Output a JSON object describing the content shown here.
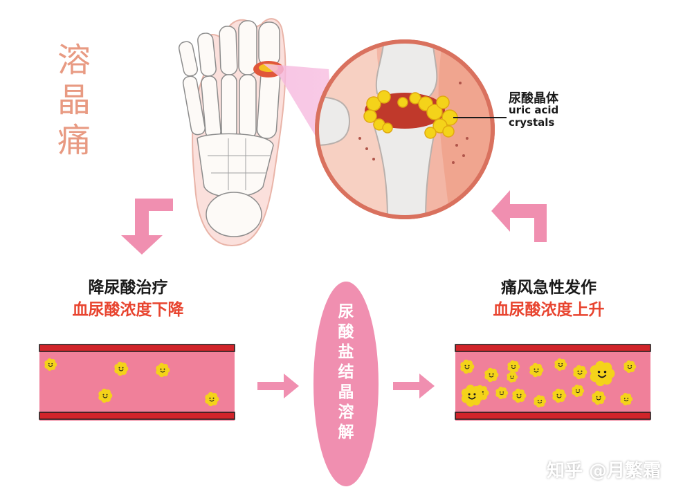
{
  "title": [
    "溶",
    "晶",
    "痛"
  ],
  "magnifier_label": {
    "cn": "尿酸晶体",
    "en_line1": "uric acid",
    "en_line2": "crystals"
  },
  "left_panel": {
    "line1": "降尿酸治疗",
    "line2": "血尿酸浓度下降"
  },
  "right_panel": {
    "line1": "痛风急性发作",
    "line2": "血尿酸浓度上升"
  },
  "center_pill": [
    "尿",
    "酸",
    "盐",
    "结",
    "晶",
    "溶",
    "解"
  ],
  "watermark": "知乎 @月繁霜",
  "colors": {
    "title": "#e89a82",
    "arrow": "#f08fb0",
    "pill": "#f08fb0",
    "vessel_wall": "#d1242a",
    "vessel_fill": "#f0809a",
    "crystal": "#f4d31a",
    "highlight_red": "#e8442f"
  }
}
